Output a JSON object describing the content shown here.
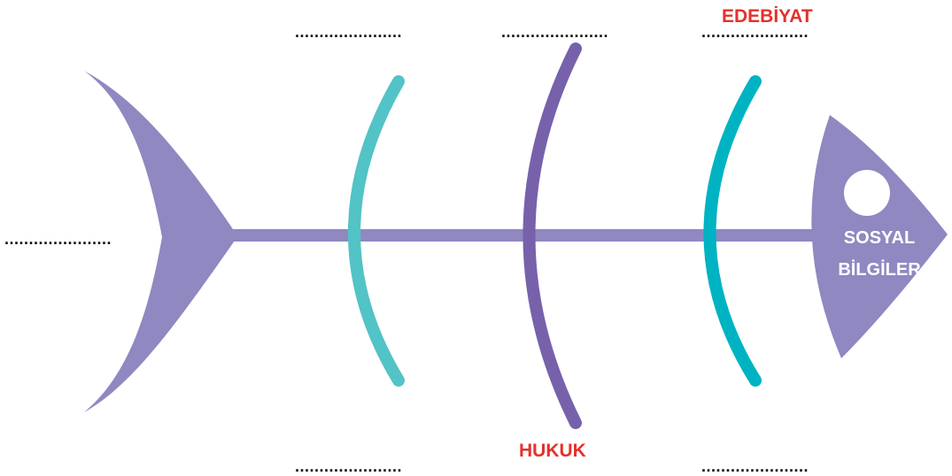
{
  "diagram": {
    "type": "fishbone",
    "head_text_line1": "SOSYAL",
    "head_text_line2": "BİLGİLER",
    "labels": {
      "top_right": "EDEBİYAT",
      "bottom_middle": "HUKUK"
    },
    "blanks": {
      "top_left": "......................",
      "top_middle": "......................",
      "top_right": "......................",
      "bottom_left": "......................",
      "bottom_right": "......................",
      "tail": "......................"
    },
    "colors": {
      "body": "#8f88c1",
      "bone_left": "#52c3c6",
      "bone_middle": "#7761ab",
      "bone_right": "#00b3c2",
      "label_red": "#e5312b",
      "eye": "#ffffff"
    }
  }
}
